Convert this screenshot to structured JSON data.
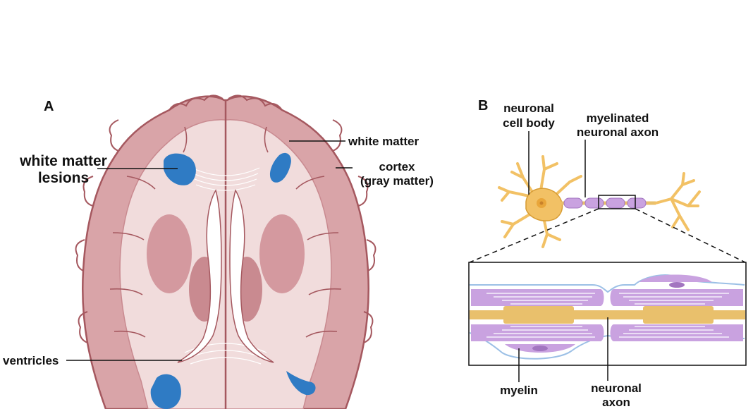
{
  "panels": {
    "a": {
      "letter": "A",
      "labels": {
        "lesions_line1": "white matter",
        "lesions_line2": "lesions",
        "white_matter": "white matter",
        "cortex_line1": "cortex",
        "cortex_line2": "(gray matter)",
        "ventricles": "ventricles"
      }
    },
    "b": {
      "letter": "B",
      "labels": {
        "cell_body_line1": "neuronal",
        "cell_body_line2": "cell body",
        "axon_line1": "myelinated",
        "axon_line2": "neuronal axon",
        "myelin": "myelin",
        "neuronal_axon_line1": "neuronal",
        "neuronal_axon_line2": "axon"
      }
    }
  },
  "colors": {
    "brain_cortex": "#d9a4a8",
    "brain_outline": "#a5585f",
    "white_matter": "#f1dcdc",
    "deep_structures": "#c98a90",
    "lesion": "#2f7bc4",
    "neuron": "#f2c165",
    "neuron_outline": "#d79c34",
    "myelin": "#c9a2e0",
    "myelin_nucleus": "#a275c0",
    "axon": "#e9c06c",
    "membrane": "#9cc0e6"
  }
}
